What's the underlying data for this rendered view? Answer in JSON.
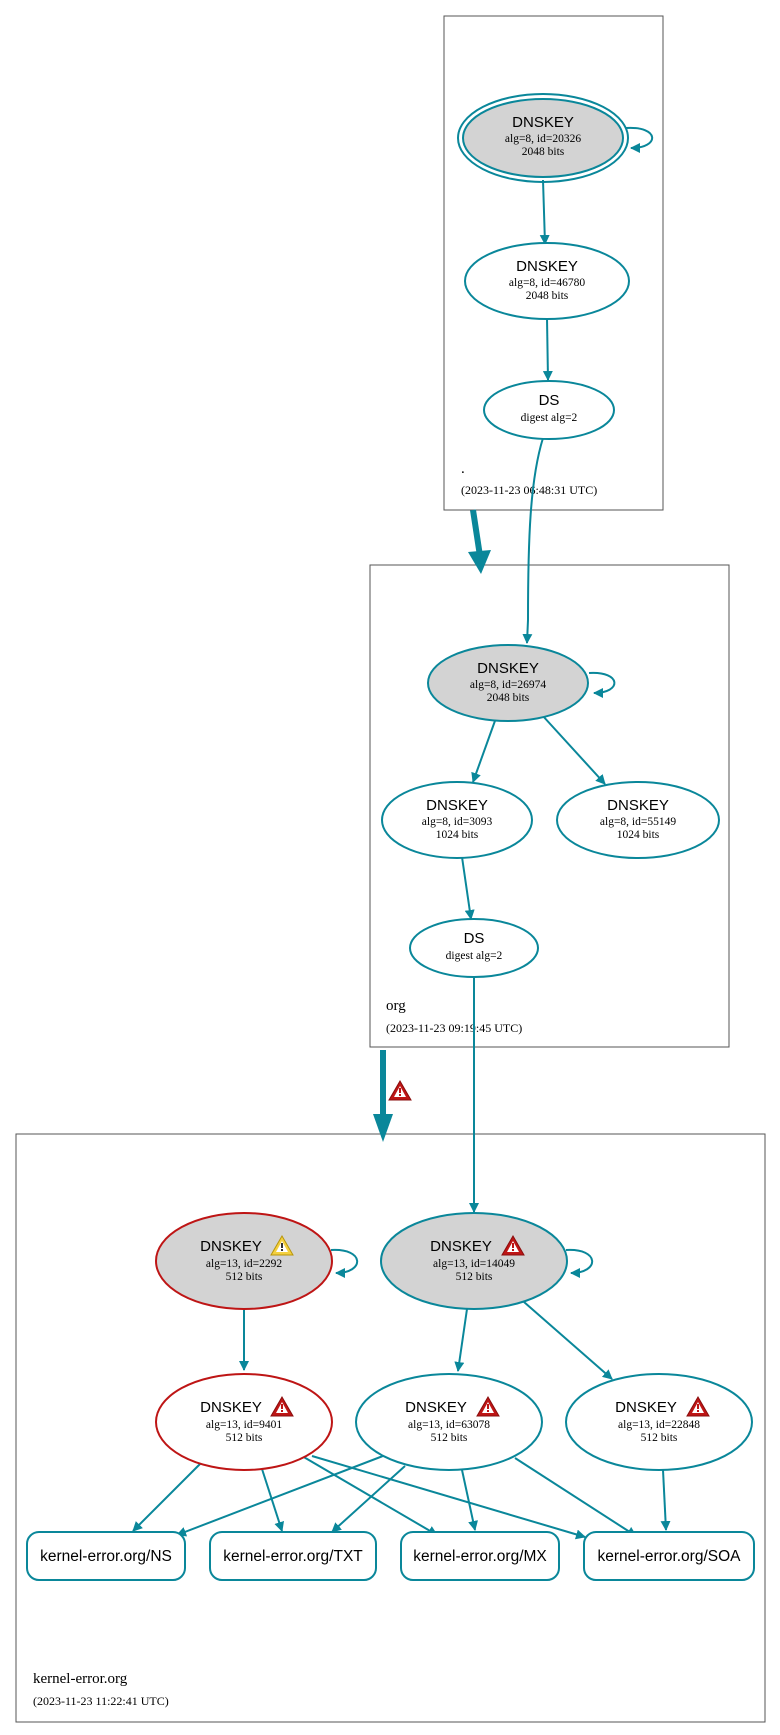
{
  "colors": {
    "edge": "#0a879a",
    "error": "#be1515",
    "node_fill_ksk": "#d3d3d3",
    "warning": "#f4d03f"
  },
  "zones": {
    "root": {
      "name": ".",
      "timestamp": "(2023-11-23 06:48:31 UTC)"
    },
    "org": {
      "name": "org",
      "timestamp": "(2023-11-23 09:19:45 UTC)"
    },
    "kernel": {
      "name": "kernel-error.org",
      "timestamp": "(2023-11-23 11:22:41 UTC)"
    }
  },
  "nodes": {
    "root_ksk": {
      "title": "DNSKEY",
      "l1": "alg=8, id=20326",
      "l2": "2048 bits"
    },
    "root_zsk": {
      "title": "DNSKEY",
      "l1": "alg=8, id=46780",
      "l2": "2048 bits"
    },
    "root_ds": {
      "title": "DS",
      "l1": "digest alg=2"
    },
    "org_ksk": {
      "title": "DNSKEY",
      "l1": "alg=8, id=26974",
      "l2": "2048 bits"
    },
    "org_zsk1": {
      "title": "DNSKEY",
      "l1": "alg=8, id=3093",
      "l2": "1024 bits"
    },
    "org_zsk2": {
      "title": "DNSKEY",
      "l1": "alg=8, id=55149",
      "l2": "1024 bits"
    },
    "org_ds": {
      "title": "DS",
      "l1": "digest alg=2"
    },
    "k_2292": {
      "title": "DNSKEY",
      "l1": "alg=13, id=2292",
      "l2": "512 bits",
      "icon": "warning-icon"
    },
    "k_14049": {
      "title": "DNSKEY",
      "l1": "alg=13, id=14049",
      "l2": "512 bits",
      "icon": "error-icon"
    },
    "k_9401": {
      "title": "DNSKEY",
      "l1": "alg=13, id=9401",
      "l2": "512 bits",
      "icon": "error-icon"
    },
    "k_63078": {
      "title": "DNSKEY",
      "l1": "alg=13, id=63078",
      "l2": "512 bits",
      "icon": "error-icon"
    },
    "k_22848": {
      "title": "DNSKEY",
      "l1": "alg=13, id=22848",
      "l2": "512 bits",
      "icon": "error-icon"
    }
  },
  "rrsets": {
    "ns": "kernel-error.org/NS",
    "txt": "kernel-error.org/TXT",
    "mx": "kernel-error.org/MX",
    "soa": "kernel-error.org/SOA"
  },
  "delegation_org_kernel_icon": "error-icon"
}
